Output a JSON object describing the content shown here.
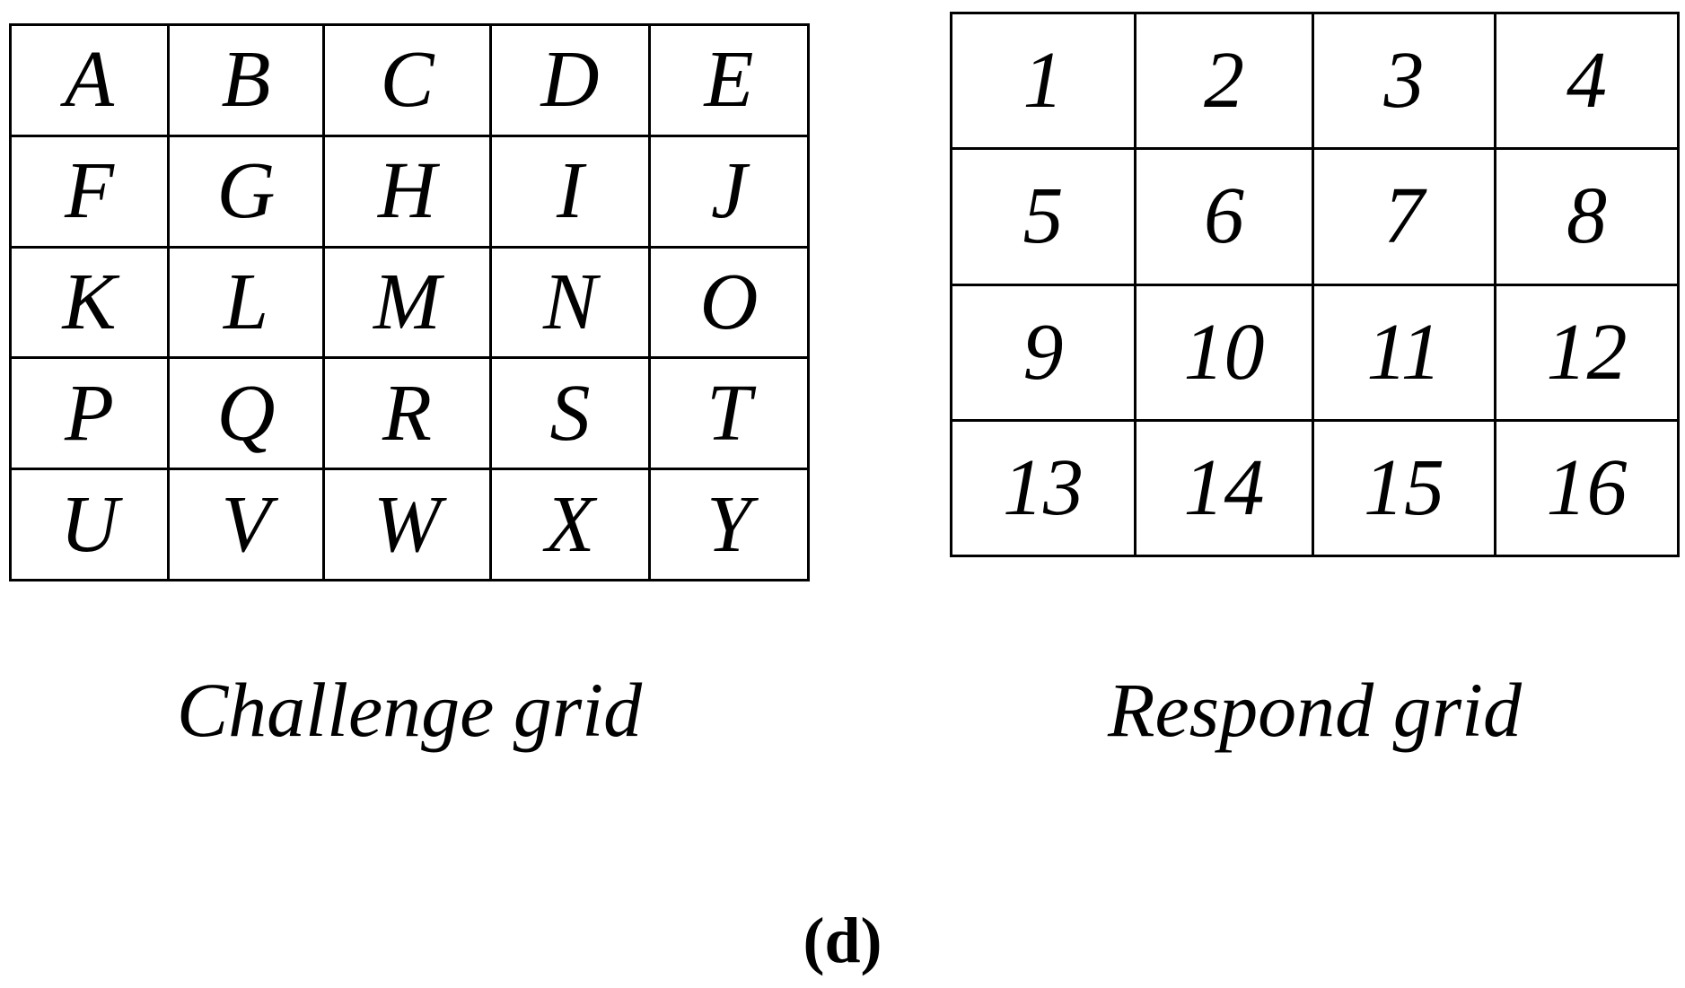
{
  "challenge_grid": {
    "cells": [
      "A",
      "B",
      "C",
      "D",
      "E",
      "F",
      "G",
      "H",
      "I",
      "J",
      "K",
      "L",
      "M",
      "N",
      "O",
      "P",
      "Q",
      "R",
      "S",
      "T",
      "U",
      "V",
      "W",
      "X",
      "Y"
    ],
    "caption": "Challenge grid"
  },
  "respond_grid": {
    "cells": [
      "1",
      "2",
      "3",
      "4",
      "5",
      "6",
      "7",
      "8",
      "9",
      "10",
      "11",
      "12",
      "13",
      "14",
      "15",
      "16"
    ],
    "caption": "Respond grid"
  },
  "panel_label": "(d)"
}
